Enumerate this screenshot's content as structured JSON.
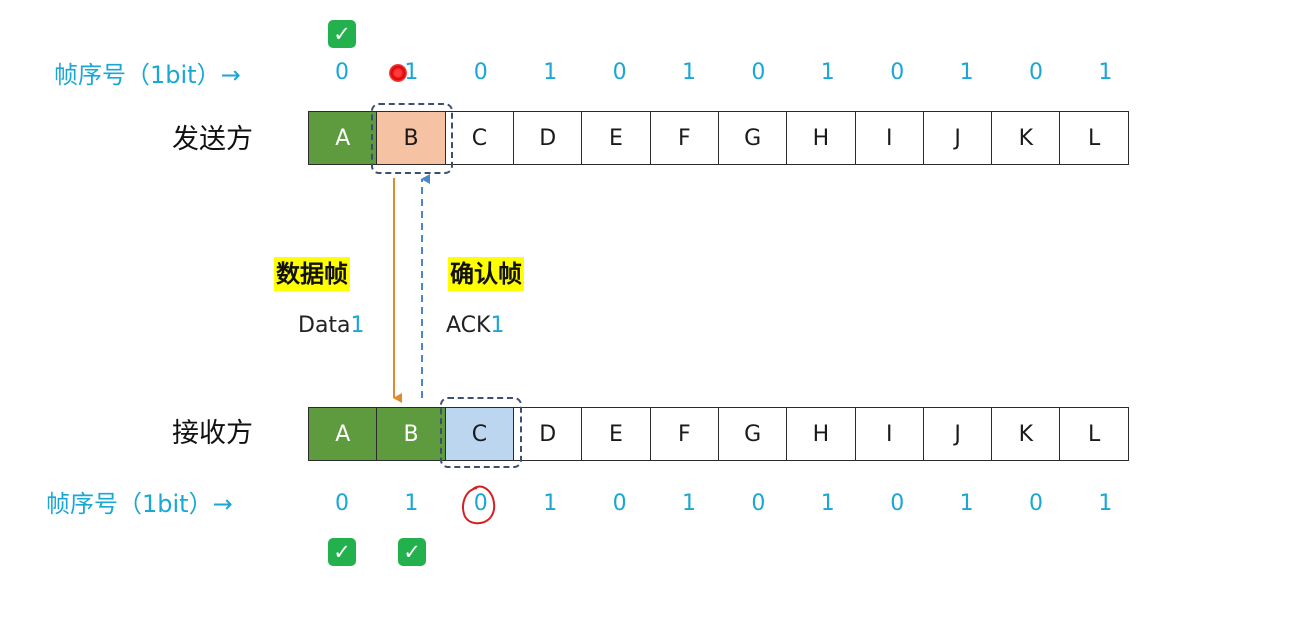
{
  "sender_seq_label": "帧序号（1bit）→",
  "receiver_seq_label": "帧序号（1bit）→",
  "sender_label": "发送方",
  "receiver_label": "接收方",
  "frames": [
    "A",
    "B",
    "C",
    "D",
    "E",
    "F",
    "G",
    "H",
    "I",
    "J",
    "K",
    "L"
  ],
  "sender_seq_numbers": [
    "0",
    "1",
    "0",
    "1",
    "0",
    "1",
    "0",
    "1",
    "0",
    "1",
    "0",
    "1"
  ],
  "receiver_seq_numbers": [
    "0",
    "1",
    "0",
    "1",
    "0",
    "1",
    "0",
    "1",
    "0",
    "1",
    "0",
    "1"
  ],
  "data_frame_label": "数据帧",
  "data_frame_text": "Data",
  "data_frame_seq": "1",
  "ack_frame_label": "确认帧",
  "ack_frame_text": "ACK",
  "ack_frame_seq": "1",
  "colors": {
    "acknowledged": "#5e9b3e",
    "sending": "#f5c3a4",
    "expected": "#bcd6ef",
    "seq_text": "#1aa7d6",
    "data_arrow": "#e08a2e",
    "ack_arrow": "#4a86c8"
  }
}
